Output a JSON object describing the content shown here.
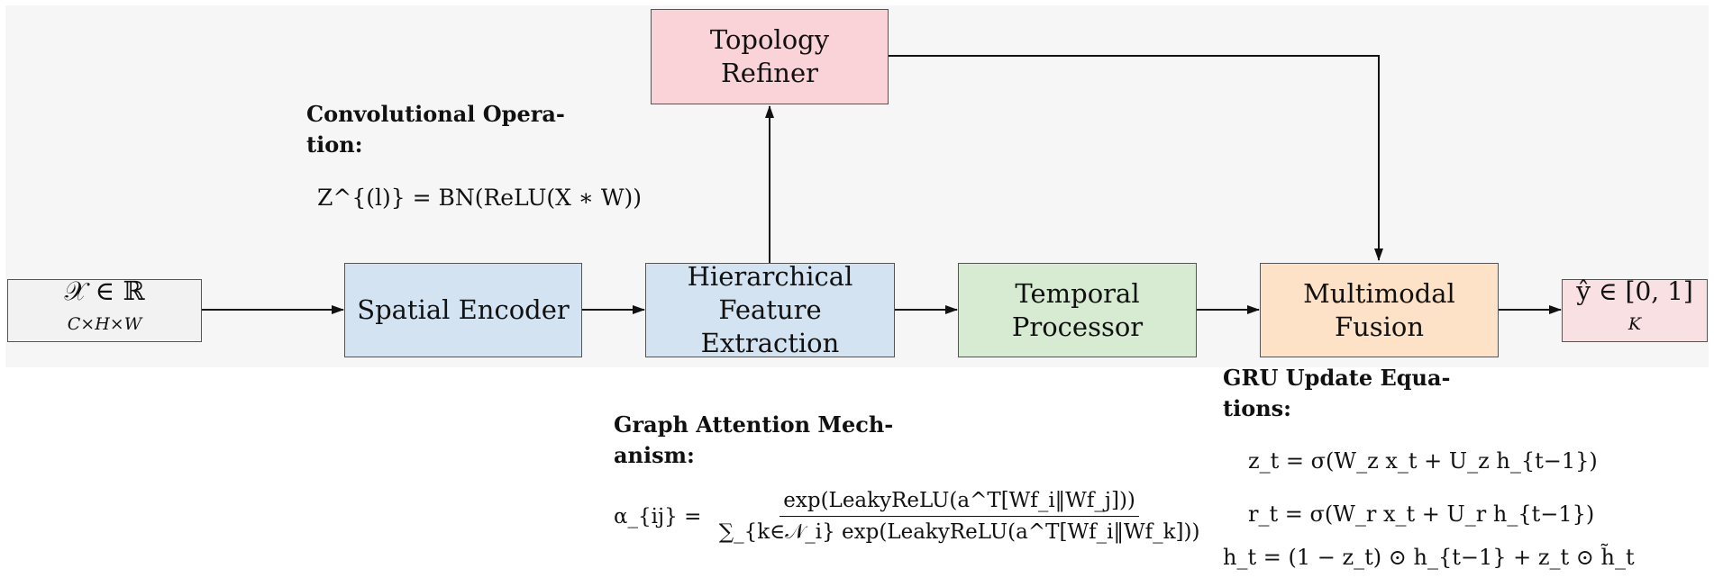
{
  "nodes": {
    "input": {
      "lines": [
        "𝒳 ∈ ℝ^{C×H×W}"
      ],
      "text": "𝒳 ∈ ℝ",
      "sup": "C×H×W",
      "color": "#f2f2f2"
    },
    "spatial_encoder": {
      "lines": [
        "Spatial Encoder"
      ],
      "color": "#d4e3f1"
    },
    "hierarchical": {
      "lines": [
        "Hierarchical",
        "Feature Extraction"
      ],
      "color": "#d4e3f1"
    },
    "temporal": {
      "lines": [
        "Temporal",
        "Processor"
      ],
      "color": "#d6ebd2"
    },
    "fusion": {
      "lines": [
        "Multimodal",
        "Fusion"
      ],
      "color": "#fde2c8"
    },
    "topology": {
      "lines": [
        "Topology",
        "Refiner"
      ],
      "color": "#f9d3d8"
    },
    "output": {
      "text": "ŷ ∈ [0, 1]",
      "sup": "K",
      "color": "#f9e0e2"
    }
  },
  "annotations": {
    "conv": {
      "title_lines": [
        "Convolutional Opera-",
        "tion:"
      ],
      "formula": "Z^{(l)} = BN(ReLU(X ∗ W))"
    },
    "gat": {
      "title_lines": [
        "Graph Attention Mech-",
        "anism:"
      ],
      "lhs": "α_{ij} =",
      "numerator": "exp(LeakyReLU(a^T[Wf_i‖Wf_j]))",
      "denominator": "∑_{k∈𝒩_i} exp(LeakyReLU(a^T[Wf_i‖Wf_k]))"
    },
    "gru": {
      "title_lines": [
        "GRU Update Equa-",
        "tions:"
      ],
      "eq1": "z_t = σ(W_z x_t + U_z h_{t−1})",
      "eq2": "r_t = σ(W_r x_t + U_r h_{t−1})",
      "eq3": "h_t = (1 − z_t) ⊙ h_{t−1} + z_t ⊙ h̃_t"
    }
  },
  "colors": {
    "band": "#f6f6f6",
    "edge": "#111111",
    "border": "#555555"
  }
}
